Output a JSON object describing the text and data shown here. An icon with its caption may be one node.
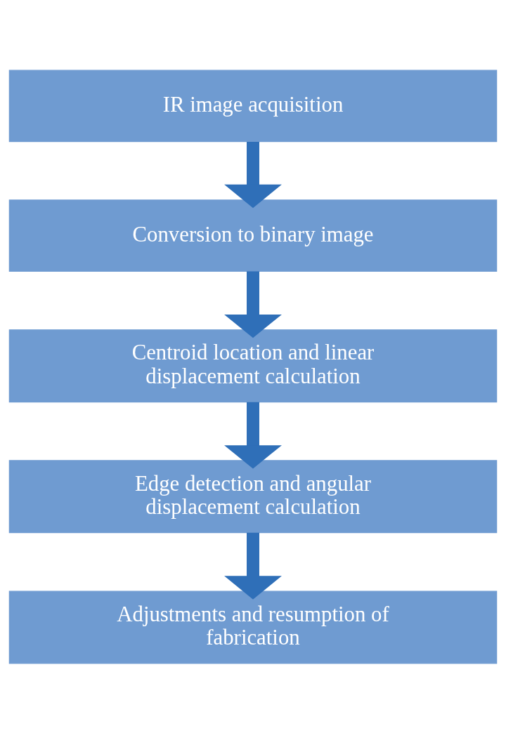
{
  "diagram": {
    "nodes": [
      {
        "text": [
          "IR image acquisition"
        ]
      },
      {
        "text": [
          "Conversion to binary image"
        ]
      },
      {
        "text": [
          "Centroid location and linear displacement calculation"
        ]
      },
      {
        "text": [
          "Edge detection and angular displacement calculation"
        ]
      },
      {
        "text": [
          "Adjustments and resumption of fabrication"
        ]
      }
    ],
    "edges": [
      {
        "from": 0,
        "to": 1,
        "arrow": "to"
      },
      {
        "from": 1,
        "to": 2,
        "arrow": "to"
      },
      {
        "from": 2,
        "to": 3,
        "arrow": "to"
      },
      {
        "from": 3,
        "to": 4,
        "arrow": "to"
      }
    ]
  }
}
